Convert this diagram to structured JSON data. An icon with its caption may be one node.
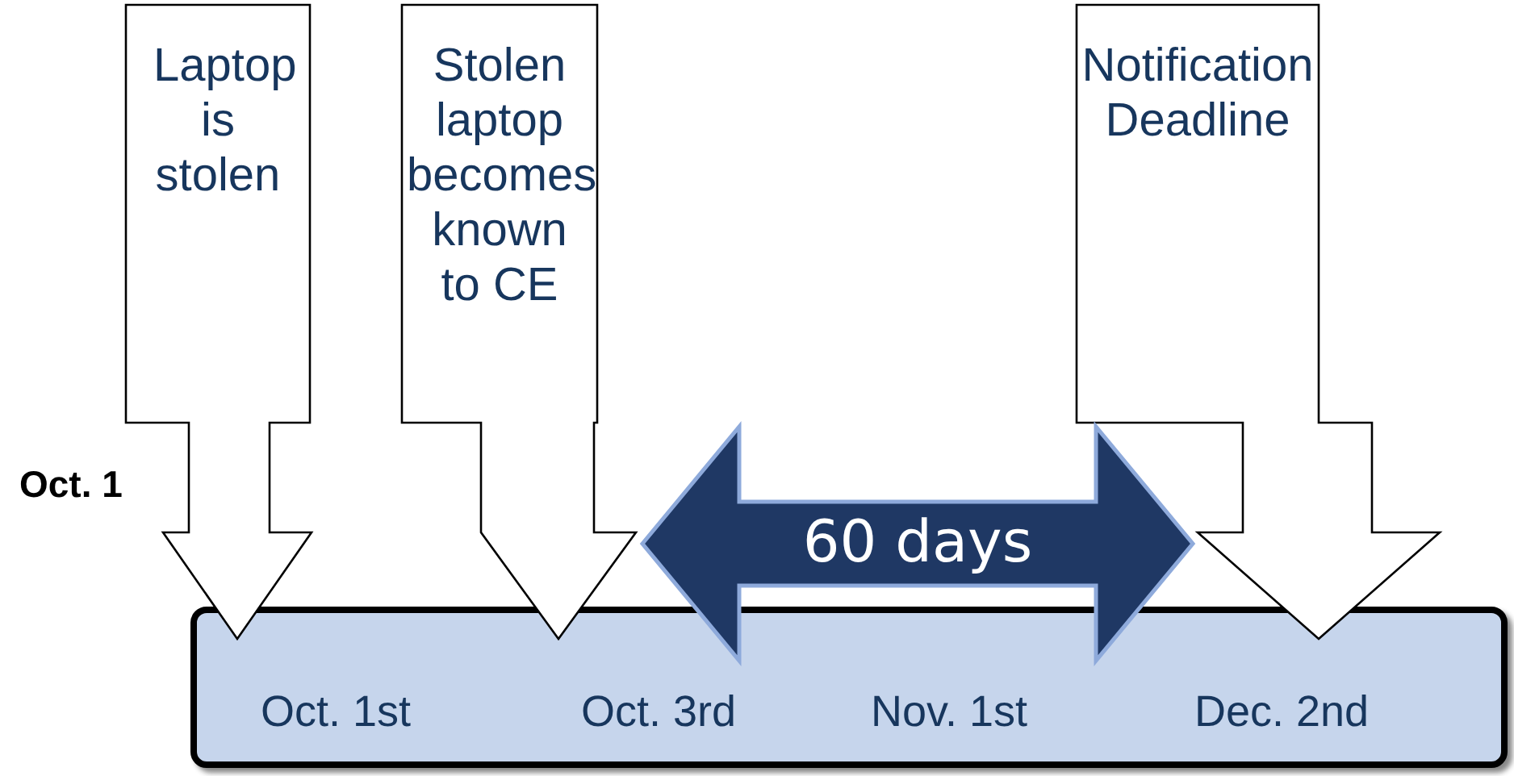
{
  "diagram": {
    "nodes": [
      {
        "text": [
          "Laptop is stolen"
        ]
      },
      {
        "text": [
          "Stolen laptop becomes known to CE"
        ]
      },
      {
        "text": [
          "Notification Deadline"
        ]
      },
      {
        "text": [
          "Oct. 1st",
          "Oct. 3rd",
          "Nov. 1st",
          "Dec. 2nd"
        ]
      }
    ],
    "edges": [
      {
        "from": 1,
        "to": 2,
        "arrow": "both",
        "label": "60 days",
        "style": "thick"
      }
    ],
    "labels": [
      "Oct. 1"
    ]
  }
}
